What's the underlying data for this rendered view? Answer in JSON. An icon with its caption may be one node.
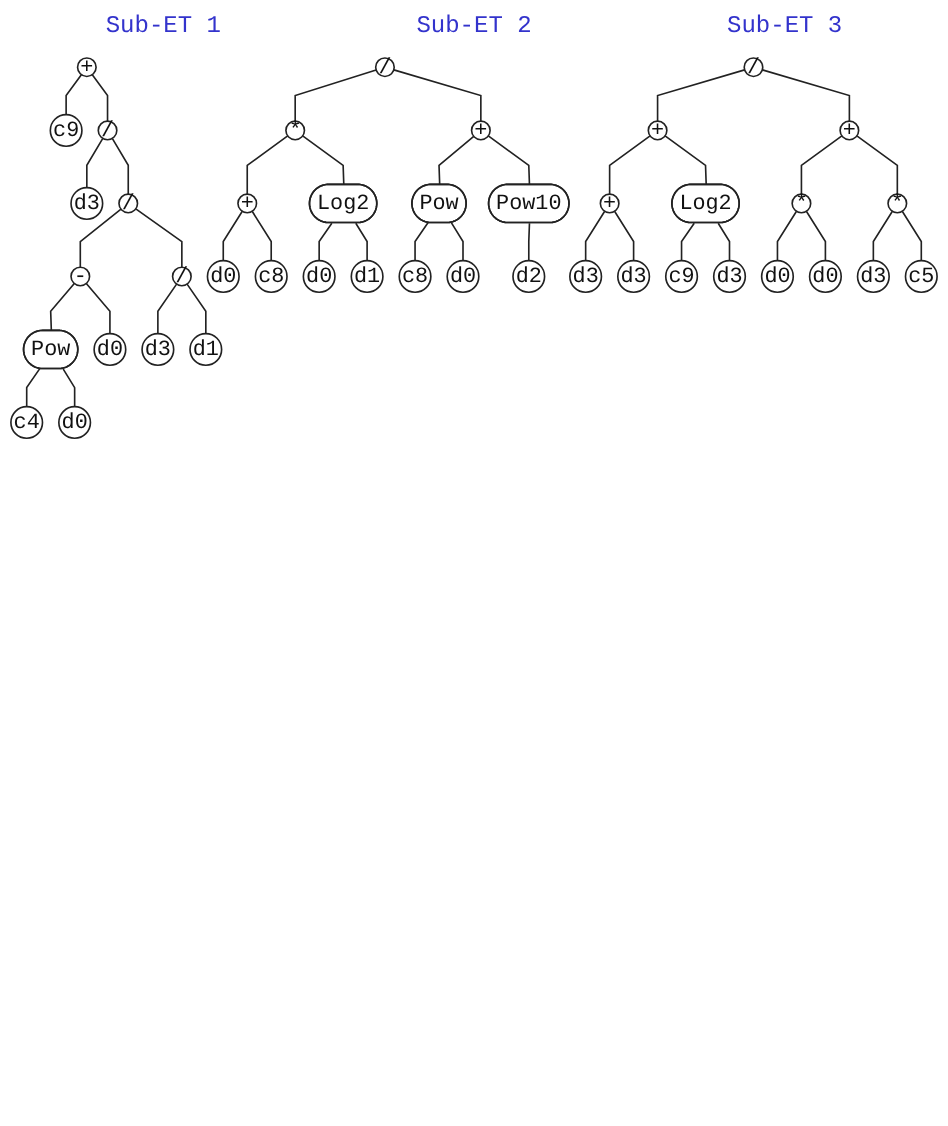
{
  "diagram": {
    "nodes": [
      {
        "text": [
          "+"
        ]
      },
      {
        "text": [
          "c9"
        ]
      },
      {
        "text": [
          "/"
        ]
      },
      {
        "text": [
          "d3"
        ]
      },
      {
        "text": [
          "/"
        ]
      },
      {
        "text": [
          "-"
        ]
      },
      {
        "text": [
          "/"
        ]
      },
      {
        "text": [
          "Pow"
        ]
      },
      {
        "text": [
          "d0"
        ]
      },
      {
        "text": [
          "d3"
        ]
      },
      {
        "text": [
          "d1"
        ]
      },
      {
        "text": [
          "c4"
        ]
      },
      {
        "text": [
          "d0"
        ]
      },
      {
        "text": [
          "/"
        ]
      },
      {
        "text": [
          "*"
        ]
      },
      {
        "text": [
          "+"
        ]
      },
      {
        "text": [
          "+"
        ]
      },
      {
        "text": [
          "Log2"
        ]
      },
      {
        "text": [
          "Pow"
        ]
      },
      {
        "text": [
          "Pow10"
        ]
      },
      {
        "text": [
          "d0"
        ]
      },
      {
        "text": [
          "c8"
        ]
      },
      {
        "text": [
          "d0"
        ]
      },
      {
        "text": [
          "d1"
        ]
      },
      {
        "text": [
          "c8"
        ]
      },
      {
        "text": [
          "d0"
        ]
      },
      {
        "text": [
          "d2"
        ]
      },
      {
        "text": [
          "/"
        ]
      },
      {
        "text": [
          "+"
        ]
      },
      {
        "text": [
          "+"
        ]
      },
      {
        "text": [
          "+"
        ]
      },
      {
        "text": [
          "Log2"
        ]
      },
      {
        "text": [
          "*"
        ]
      },
      {
        "text": [
          "*"
        ]
      },
      {
        "text": [
          "d3"
        ]
      },
      {
        "text": [
          "d3"
        ]
      },
      {
        "text": [
          "c9"
        ]
      },
      {
        "text": [
          "d3"
        ]
      },
      {
        "text": [
          "d0"
        ]
      },
      {
        "text": [
          "d0"
        ]
      },
      {
        "text": [
          "d3"
        ]
      },
      {
        "text": [
          "c5"
        ]
      }
    ],
    "edges": [
      {
        "from": 0,
        "to": 1,
        "arrow": "none"
      },
      {
        "from": 0,
        "to": 2,
        "arrow": "none"
      },
      {
        "from": 2,
        "to": 3,
        "arrow": "none"
      },
      {
        "from": 2,
        "to": 4,
        "arrow": "none"
      },
      {
        "from": 4,
        "to": 5,
        "arrow": "none"
      },
      {
        "from": 4,
        "to": 6,
        "arrow": "none"
      },
      {
        "from": 5,
        "to": 7,
        "arrow": "none"
      },
      {
        "from": 5,
        "to": 8,
        "arrow": "none"
      },
      {
        "from": 6,
        "to": 9,
        "arrow": "none"
      },
      {
        "from": 6,
        "to": 10,
        "arrow": "none"
      },
      {
        "from": 7,
        "to": 11,
        "arrow": "none"
      },
      {
        "from": 7,
        "to": 12,
        "arrow": "none"
      },
      {
        "from": 13,
        "to": 14,
        "arrow": "none"
      },
      {
        "from": 13,
        "to": 15,
        "arrow": "none"
      },
      {
        "from": 14,
        "to": 16,
        "arrow": "none"
      },
      {
        "from": 14,
        "to": 17,
        "arrow": "none"
      },
      {
        "from": 15,
        "to": 18,
        "arrow": "none"
      },
      {
        "from": 15,
        "to": 19,
        "arrow": "none"
      },
      {
        "from": 16,
        "to": 20,
        "arrow": "none"
      },
      {
        "from": 16,
        "to": 21,
        "arrow": "none"
      },
      {
        "from": 17,
        "to": 22,
        "arrow": "none"
      },
      {
        "from": 17,
        "to": 23,
        "arrow": "none"
      },
      {
        "from": 18,
        "to": 24,
        "arrow": "none"
      },
      {
        "from": 18,
        "to": 25,
        "arrow": "none"
      },
      {
        "from": 19,
        "to": 26,
        "arrow": "none"
      },
      {
        "from": 27,
        "to": 28,
        "arrow": "none"
      },
      {
        "from": 27,
        "to": 29,
        "arrow": "none"
      },
      {
        "from": 28,
        "to": 30,
        "arrow": "none"
      },
      {
        "from": 28,
        "to": 31,
        "arrow": "none"
      },
      {
        "from": 29,
        "to": 32,
        "arrow": "none"
      },
      {
        "from": 29,
        "to": 33,
        "arrow": "none"
      },
      {
        "from": 30,
        "to": 34,
        "arrow": "none"
      },
      {
        "from": 30,
        "to": 35,
        "arrow": "none"
      },
      {
        "from": 31,
        "to": 36,
        "arrow": "none"
      },
      {
        "from": 31,
        "to": 37,
        "arrow": "none"
      },
      {
        "from": 32,
        "to": 38,
        "arrow": "none"
      },
      {
        "from": 32,
        "to": 39,
        "arrow": "none"
      },
      {
        "from": 33,
        "to": 40,
        "arrow": "none"
      },
      {
        "from": 33,
        "to": 41,
        "arrow": "none"
      }
    ],
    "labels": [
      "Sub-ET 1",
      "Sub-ET 2",
      "Sub-ET 3"
    ]
  }
}
